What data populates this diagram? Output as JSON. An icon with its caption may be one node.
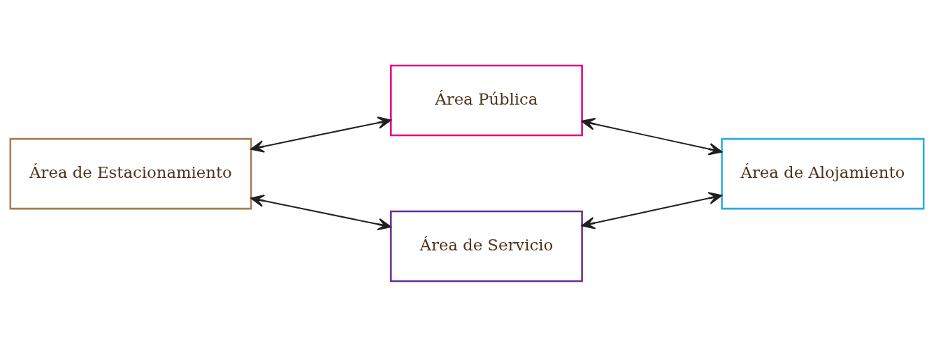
{
  "diagram": {
    "nodes": [
      {
        "text": [
          "Área Pública"
        ]
      },
      {
        "text": [
          "Área de Estacionamiento"
        ]
      },
      {
        "text": [
          "Área de Alojamiento"
        ]
      },
      {
        "text": [
          "Área de Servicio"
        ]
      }
    ],
    "edges": [
      {
        "from": 1,
        "to": 0,
        "arrow": "both"
      },
      {
        "from": 1,
        "to": 3,
        "arrow": "both"
      },
      {
        "from": 0,
        "to": 2,
        "arrow": "both"
      },
      {
        "from": 3,
        "to": 2,
        "arrow": "both"
      }
    ]
  }
}
